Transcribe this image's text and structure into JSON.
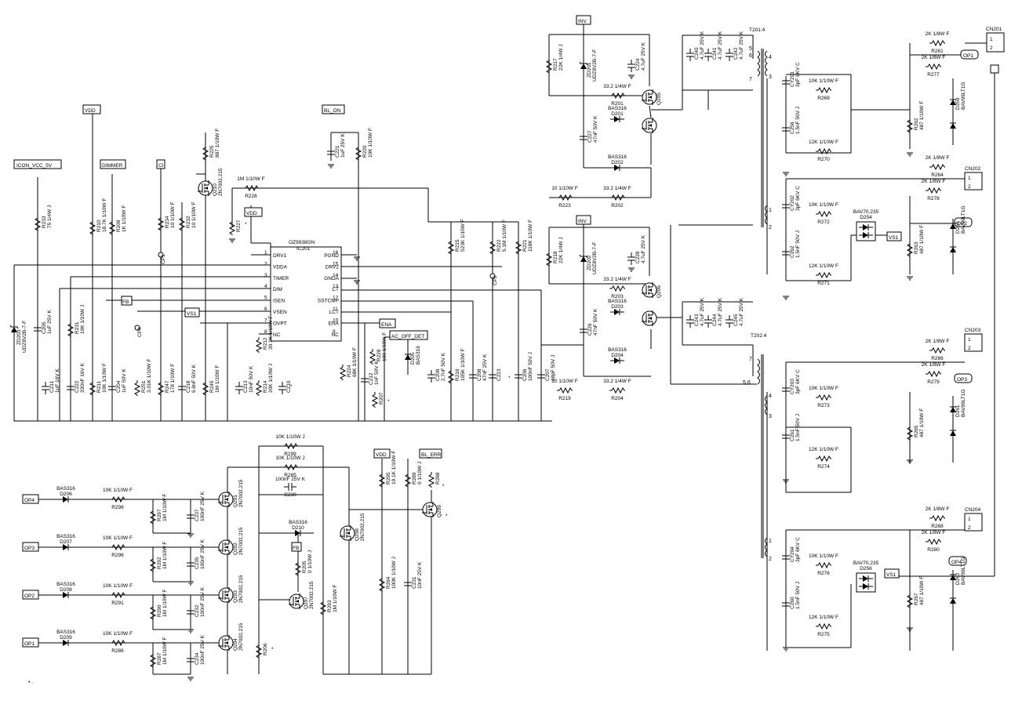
{
  "colors": {
    "wire": "#000000",
    "background": "#ffffff"
  },
  "ic": {
    "part": "OZ9938GN",
    "ref": "IC201",
    "left_pins": [
      {
        "num": "1",
        "name": "DRV1"
      },
      {
        "num": "2",
        "name": "VDDA"
      },
      {
        "num": "3",
        "name": "TIMER"
      },
      {
        "num": "4",
        "name": "DIM"
      },
      {
        "num": "5",
        "name": "ISEN"
      },
      {
        "num": "6",
        "name": "VSEN"
      },
      {
        "num": "7",
        "name": "OVPT"
      },
      {
        "num": "8",
        "name": "NC"
      }
    ],
    "right_pins": [
      {
        "num": "16",
        "name": "PGND"
      },
      {
        "num": "15",
        "name": "DRV2"
      },
      {
        "num": "14",
        "name": "GNDA"
      },
      {
        "num": "13",
        "name": "CT"
      },
      {
        "num": "12",
        "name": "SSTCMP"
      },
      {
        "num": "11",
        "name": "LCT"
      },
      {
        "num": "10",
        "name": "ENA"
      },
      {
        "num": "9",
        "name": "NC"
      }
    ]
  },
  "net_labels": {
    "icon_vcc": "ICON_VCC_5V",
    "dimmer": "DIMMER",
    "vdd": "VDD",
    "bl_on": "BL_ON",
    "inv": "INV",
    "fb": "FB",
    "vs1": "VS1",
    "ena": "ENA",
    "ac_off": "AC_OFF_DET",
    "bl_err": "BL_ERR",
    "op1": "OP1",
    "op2": "OP2",
    "op3": "OP3",
    "op4": "OP4",
    "ci": "CI"
  },
  "transformers": {
    "t201": "T201:4",
    "t202": "T202:4"
  },
  "connectors": {
    "cn201": "CN201",
    "cn202": "CN202",
    "cn203": "CN203",
    "cn204": "CN204",
    "pin1": "1",
    "pin2": "2"
  },
  "upper_inverter": {
    "r217": {
      "ref": "R217",
      "value": "22K 1/4W J"
    },
    "zd201": {
      "ref": "ZD201",
      "value": "UDZ8V2B-7-F"
    },
    "c224": {
      "ref": "C224",
      "value": "4.7uF 25V K"
    },
    "r201": {
      "ref": "R201",
      "value": "33.2 1/4W F"
    },
    "d201": {
      "ref": "D201",
      "value": "BAS316"
    },
    "q205": {
      "ref": "Q205"
    },
    "c227": {
      "ref": "C227",
      "value": "47nF 50V K"
    },
    "d202": {
      "ref": "D202",
      "value": "BAS316"
    },
    "r202": {
      "ref": "R202",
      "value": "33.2 1/4W F"
    },
    "r223": {
      "ref": "R223",
      "value": "10 1/10W F"
    }
  },
  "lower_inverter": {
    "r218": {
      "ref": "R218",
      "value": "22K 1/4W J"
    },
    "zd202": {
      "ref": "ZD202",
      "value": "UDZ8V2B-7-F"
    },
    "c228": {
      "ref": "C228",
      "value": "4.7uF 25V K"
    },
    "r203": {
      "ref": "R203",
      "value": "33.2 1/4W F"
    },
    "d203": {
      "ref": "D203",
      "value": "BAS316"
    },
    "q206": {
      "ref": "Q206"
    },
    "c229": {
      "ref": "C229",
      "value": "47nF 50V K"
    },
    "d204": {
      "ref": "D204",
      "value": "BAS316"
    },
    "r204": {
      "ref": "R204",
      "value": "33.2 1/4W F"
    },
    "r219": {
      "ref": "R219",
      "value": "10 1/10W F"
    }
  },
  "bridge_caps": {
    "c240": {
      "ref": "C240",
      "value": "4.7uF 25V K"
    },
    "c241": {
      "ref": "C241",
      "value": "4.7uF 25V K"
    },
    "c242": {
      "ref": "C242",
      "value": "4.7uF 25V K"
    },
    "c243": {
      "ref": "C243",
      "value": "4.7uF 25V K"
    },
    "c244": {
      "ref": "C244",
      "value": "4.7uF 25V K"
    },
    "c245": {
      "ref": "C245",
      "value": "4.7uF 25V K"
    }
  },
  "outputs": [
    {
      "cy": {
        "ref": "CY201",
        "value": "3pF 6KV C"
      },
      "cb": {
        "ref": "C256",
        "value": "1.5nF 50V J"
      },
      "ra": {
        "ref": "R269",
        "value": "10K 1/10W F"
      },
      "rb": {
        "ref": "R270",
        "value": "12K 1/10W F"
      },
      "rs1": {
        "ref": "R261",
        "value": "2K 1/8W F"
      },
      "rs2": {
        "ref": "R277",
        "value": "2K 1/8W F"
      },
      "rl": {
        "ref": "R262",
        "value": "487 1/10W F"
      },
      "dz": {
        "ref": "D259",
        "value": "BAV99LT1G"
      },
      "cn": "CN201",
      "op": "OP1"
    },
    {
      "cy": {
        "ref": "CY202",
        "value": "3pF 6KV C"
      },
      "cb": {
        "ref": "C262",
        "value": "1.5nF 50V J"
      },
      "ra": {
        "ref": "R272",
        "value": "10K 1/10W F"
      },
      "rb": {
        "ref": "R271",
        "value": "12K 1/10W F"
      },
      "rs1": {
        "ref": "R264",
        "value": "2K 1/8W F"
      },
      "rs2": {
        "ref": "R278",
        "value": "2K 1/8W F"
      },
      "rl": {
        "ref": "R263",
        "value": "487 1/10W F"
      },
      "dz": {
        "ref": "D260",
        "value": "BAV99LT1G"
      },
      "dual": {
        "ref": "D254",
        "value": "BAV70,235"
      },
      "cn": "CN202",
      "op": "OP2"
    },
    {
      "cy": {
        "ref": "CY203",
        "value": "3pF 6KV C"
      },
      "cb": {
        "ref": "C261",
        "value": "1.5nF 50V J"
      },
      "ra": {
        "ref": "R273",
        "value": "10K 1/10W F"
      },
      "rb": {
        "ref": "R274",
        "value": "12K 1/10W F"
      },
      "rs1": {
        "ref": "R266",
        "value": "2K 1/8W F"
      },
      "rs2": {
        "ref": "R279",
        "value": "2K 1/8W F"
      },
      "rl": {
        "ref": "R265",
        "value": "487 1/10W F"
      },
      "dz": {
        "ref": "D261",
        "value": "BAV99LT1G"
      },
      "cn": "CN203",
      "op": "OP3"
    },
    {
      "cy": {
        "ref": "CY204",
        "value": "3pF 6KV C"
      },
      "cb": {
        "ref": "C260",
        "value": "1.5nF 50V J"
      },
      "ra": {
        "ref": "R276",
        "value": "10K 1/10W F"
      },
      "rb": {
        "ref": "R275",
        "value": "12K 1/10W F"
      },
      "rs1": {
        "ref": "R268",
        "value": "2K 1/8W F"
      },
      "rs2": {
        "ref": "R280",
        "value": "2K 1/8W F"
      },
      "rl": {
        "ref": "R267",
        "value": "487 1/10W F"
      },
      "dz": {
        "ref": "D262",
        "value": "BAV99LT1G"
      },
      "dual": {
        "ref": "D256",
        "value": "BAV70,235"
      },
      "cn": "CN204",
      "op": "OP4"
    }
  ],
  "controller": {
    "r233": {
      "ref": "R233",
      "value": "75 1/4W J"
    },
    "r210": {
      "ref": "R210",
      "value": "18.7K 1/10W F"
    },
    "r209": {
      "ref": "R209",
      "value": "1K 1/10W F"
    },
    "r234": {
      "ref": "R234",
      "value": "10 1/10W F"
    },
    "r232": {
      "ref": "R232",
      "value": "10 1/10W F"
    },
    "r225": {
      "ref": "R225",
      "value": "887 1/10W F"
    },
    "q210": {
      "ref": "Q210",
      "value": "2N7002,215"
    },
    "r226": {
      "ref": "R226",
      "value": "1M 1/10W F"
    },
    "r227": {
      "ref": "R227"
    },
    "cp1": "CP1",
    "cp2": "CP2",
    "cp4": "CP4",
    "c221": {
      "ref": "C221",
      "value": "1uF 25V K"
    },
    "r220": {
      "ref": "R220",
      "value": "10K 1/10W F"
    },
    "r215": {
      "ref": "R215",
      "value": "523K 1/10W F"
    },
    "r222": {
      "ref": "R222",
      "value": "5.1M 1/10W F"
    },
    "r221": {
      "ref": "R221",
      "value": "118K 1/10W F"
    },
    "zd203": {
      "ref": "ZD203",
      "value": "UDZ8V2B-7-F"
    },
    "c205": {
      "ref": "C205",
      "value": "1uF 25V K"
    },
    "r231": {
      "ref": "R231",
      "value": "10K 1/10W J"
    },
    "c211": {
      "ref": "C211",
      "value": "1uF 16V K"
    },
    "c222": {
      "ref": "C222",
      "value": "330nF 16V K"
    },
    "r211": {
      "ref": "R211",
      "value": "10K 1/10W F"
    },
    "c204": {
      "ref": "C204",
      "value": "1uF 50V K"
    },
    "r251": {
      "ref": "R251",
      "value": "3.01K 1/10W F"
    },
    "r247": {
      "ref": "R247",
      "value": "178 1/10W F"
    },
    "c218": {
      "ref": "C218",
      "value": "6.8nF 50V K"
    },
    "r245": {
      "ref": "R245",
      "value": "1M 1/10W F"
    },
    "c213": {
      "ref": "C213",
      "value": "10nF 50V K"
    },
    "r212": {
      "ref": "R212",
      "value": "30.1K 1/10W F"
    },
    "r214": {
      "ref": "R214",
      "value": "20K 1/10W J"
    },
    "c210": {
      "ref": "C210"
    },
    "r224": {
      "ref": "R224",
      "value": "68K 1/10W F"
    },
    "c212": {
      "ref": "C212",
      "value": "1nF 50V K"
    },
    "r228": {
      "ref": "R228",
      "value": "100 1/10W F"
    },
    "r207": {
      "ref": "R207"
    },
    "d205": {
      "ref": "D205",
      "value": "BAS316"
    },
    "c209": {
      "ref": "C209",
      "value": "2.7nF 50V K"
    },
    "r216": {
      "ref": "R216",
      "value": "105K 1/10W F"
    },
    "c208": {
      "ref": "C208",
      "value": "47nF 25V K"
    },
    "c223": {
      "ref": "C223"
    },
    "c206": {
      "ref": "C206",
      "value": "100nF 50V J"
    },
    "c207": {
      "ref": "C207",
      "value": "68pF 50V J"
    }
  },
  "protection": {
    "rows": [
      {
        "op": "OP4",
        "d": {
          "ref": "D206",
          "value": "BAS316"
        },
        "r": {
          "ref": "R298",
          "value": "10K 1/10W F"
        },
        "rg": {
          "ref": "R297",
          "value": "1M 1/10W F"
        },
        "c": {
          "ref": "C237",
          "value": "100nF 25V K"
        },
        "q": {
          "ref": "Q201",
          "value": "2N7002,215"
        }
      },
      {
        "op": "OP3",
        "d": {
          "ref": "D207",
          "value": "BAS316"
        },
        "r": {
          "ref": "R296",
          "value": "10K 1/10W F"
        },
        "rg": {
          "ref": "R292",
          "value": "1M 1/10W F"
        },
        "c": {
          "ref": "C235",
          "value": "100nF 25V K"
        },
        "q": {
          "ref": "Q202",
          "value": "2N7002,215"
        }
      },
      {
        "op": "OP2",
        "d": {
          "ref": "D208",
          "value": "BAS316"
        },
        "r": {
          "ref": "R291",
          "value": "10K 1/10W F"
        },
        "rg": {
          "ref": "R290",
          "value": "1M 1/10W F"
        },
        "c": {
          "ref": "C232",
          "value": "100nF 25V K"
        },
        "q": {
          "ref": "Q203",
          "value": "2N7002,215"
        }
      },
      {
        "op": "OP1",
        "d": {
          "ref": "D209",
          "value": "BAS316"
        },
        "r": {
          "ref": "R286",
          "value": "10K 1/10W F"
        },
        "rg": {
          "ref": "R287",
          "value": "1M 1/10W F"
        },
        "c": {
          "ref": "C234",
          "value": "100nF 25V K"
        },
        "q": {
          "ref": "Q204",
          "value": "2N7002,215"
        }
      }
    ],
    "r299": {
      "ref": "R299",
      "value": "10K 1/10W J"
    },
    "r285": {
      "ref": "R285",
      "value": "10K 1/10W J"
    },
    "c230": {
      "ref": "C230",
      "value": "100nF 25V K"
    },
    "r295": {
      "ref": "R295",
      "value": "19.1K 1/10W F"
    },
    "r289": {
      "ref": "R289",
      "value": "0 1/10W J"
    },
    "r288": {
      "ref": "R288"
    },
    "q209": {
      "ref": "Q209"
    },
    "d210": {
      "ref": "D210",
      "value": "BAS316"
    },
    "q208": {
      "ref": "Q208",
      "value": "2N7002,215"
    },
    "r205": {
      "ref": "R205",
      "value": "0 1/10W J"
    },
    "q207": {
      "ref": "Q207",
      "value": "2N7002,215"
    },
    "r206": {
      "ref": "R206"
    },
    "r293": {
      "ref": "R293",
      "value": "1M 1/10W F"
    },
    "r294": {
      "ref": "R294",
      "value": "100K 1/10W J"
    },
    "c231": {
      "ref": "C231",
      "value": "10nF 25V K"
    }
  },
  "marks": {
    "star": "*",
    "tap5": "5",
    "tap6": "6",
    "tap7": "7",
    "tap3": "3",
    "tap4": "4",
    "tap1": "1",
    "tap2": "2",
    "tap56": "5,6",
    "mark": "• ."
  }
}
